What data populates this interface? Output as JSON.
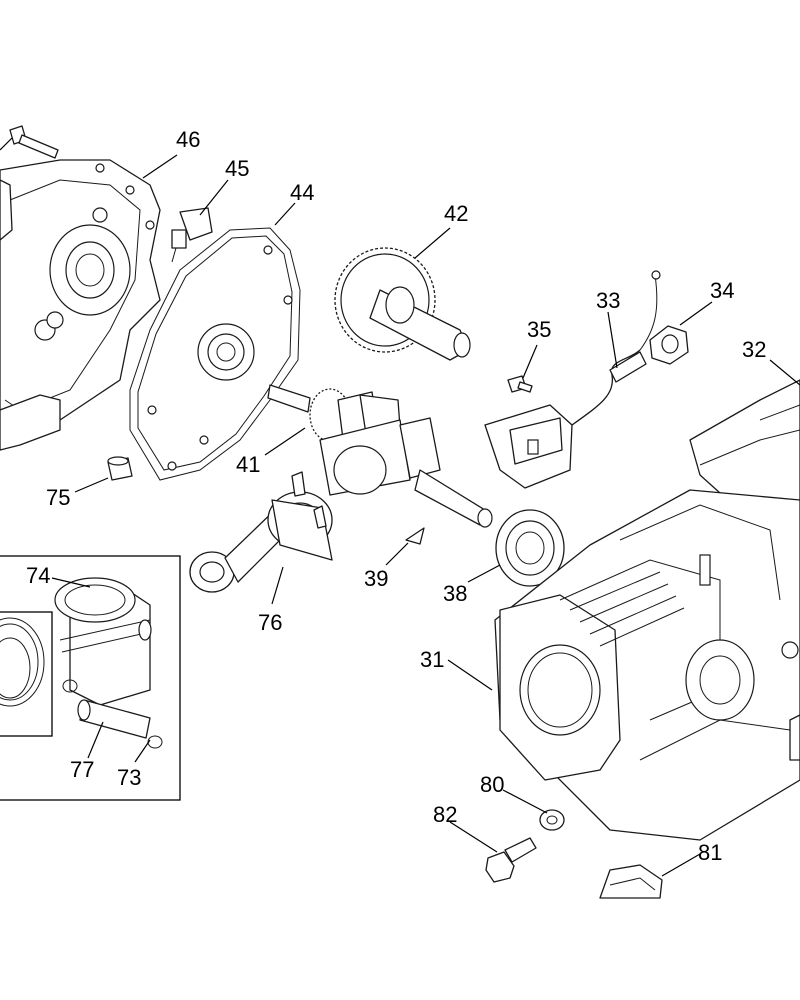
{
  "callouts": {
    "c46": "46",
    "c45": "45",
    "c44": "44",
    "c42": "42",
    "c33": "33",
    "c34": "34",
    "c35": "35",
    "c32": "32",
    "c41": "41",
    "c75": "75",
    "c74": "74",
    "c76": "76",
    "c39": "39",
    "c38": "38",
    "c31": "31",
    "c77": "77",
    "c73": "73",
    "c80": "80",
    "c82": "82",
    "c81": "81"
  }
}
